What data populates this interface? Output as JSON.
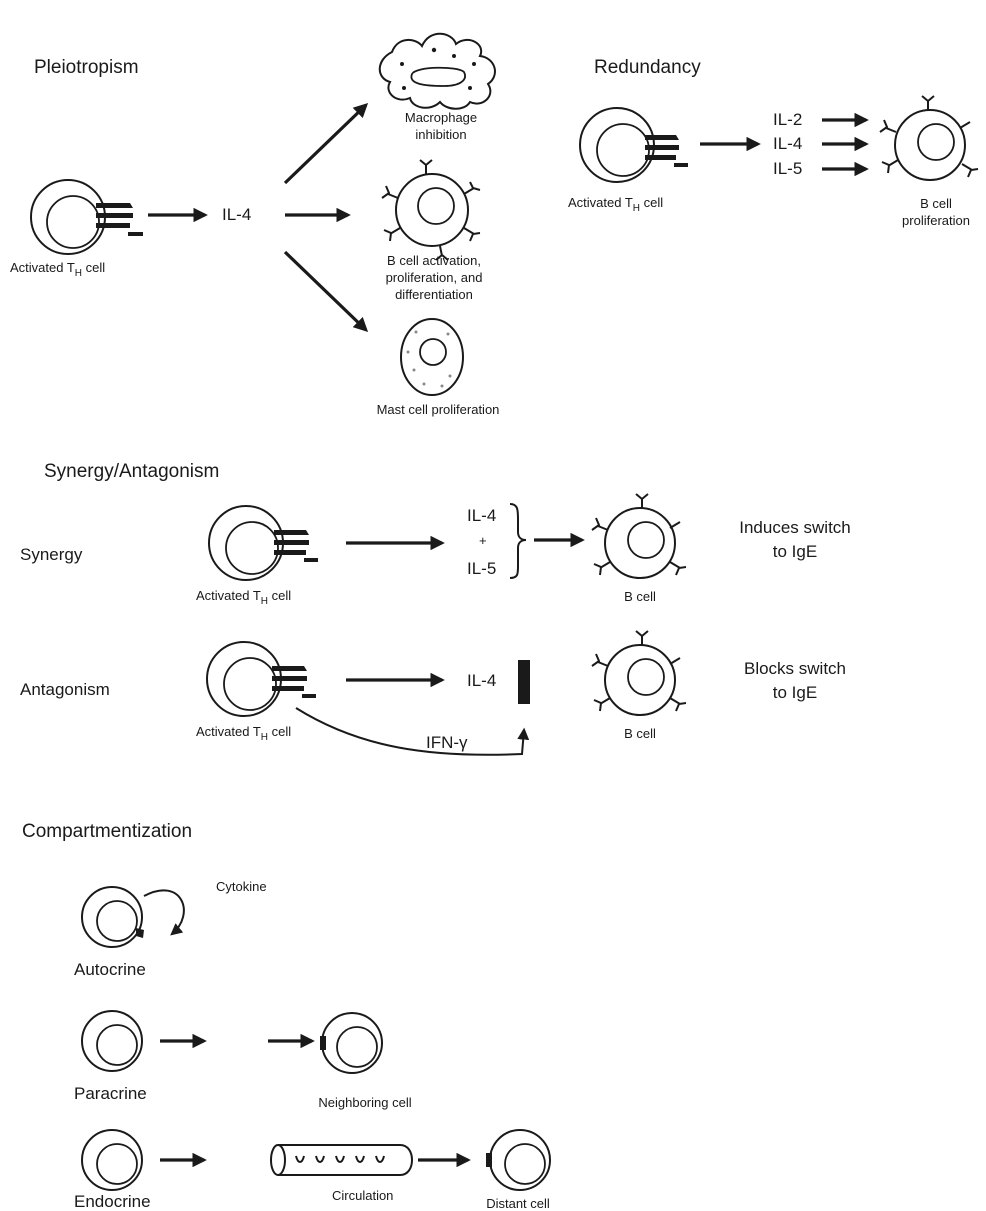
{
  "pleiotropism": {
    "heading": "Pleiotropism",
    "source_cell_label_main": "Activated T",
    "source_cell_label_sub": "H",
    "source_cell_label_end": " cell",
    "cytokine": "IL-4",
    "targets": [
      {
        "line1": "Macrophage",
        "line2": "inhibition",
        "line3": ""
      },
      {
        "line1": "B cell activation,",
        "line2": "proliferation, and",
        "line3": "differentiation"
      },
      {
        "line1": "Mast cell proliferation",
        "line2": "",
        "line3": ""
      }
    ]
  },
  "redundancy": {
    "heading": "Redundancy",
    "source_cell_label_main": "Activated T",
    "source_cell_label_sub": "H",
    "source_cell_label_end": " cell",
    "cytokines": [
      "IL-2",
      "IL-4",
      "IL-5"
    ],
    "target_line1": "B cell",
    "target_line2": "proliferation"
  },
  "synergy_antagonism": {
    "heading": "Synergy/Antagonism",
    "synergy": {
      "label": "Synergy",
      "source_cell_label_main": "Activated T",
      "source_cell_label_sub": "H",
      "source_cell_label_end": " cell",
      "cytokine_top": "IL-4",
      "plus": "+",
      "cytokine_bottom": "IL-5",
      "target_label": "B cell",
      "effect_line1": "Induces switch",
      "effect_line2": "to IgE"
    },
    "antagonism": {
      "label": "Antagonism",
      "source_cell_label_main": "Activated T",
      "source_cell_label_sub": "H",
      "source_cell_label_end": " cell",
      "cytokine": "IL-4",
      "blocker": "IFN-γ",
      "target_label": "B cell",
      "effect_line1": "Blocks switch",
      "effect_line2": "to IgE"
    }
  },
  "compartmentization": {
    "heading": "Compartmentization",
    "autocrine": {
      "label": "Autocrine",
      "cytokine_label": "Cytokine"
    },
    "paracrine": {
      "label": "Paracrine",
      "target_label": "Neighboring cell"
    },
    "endocrine": {
      "label": "Endocrine",
      "vessel_label": "Circulation",
      "target_label": "Distant cell"
    }
  }
}
